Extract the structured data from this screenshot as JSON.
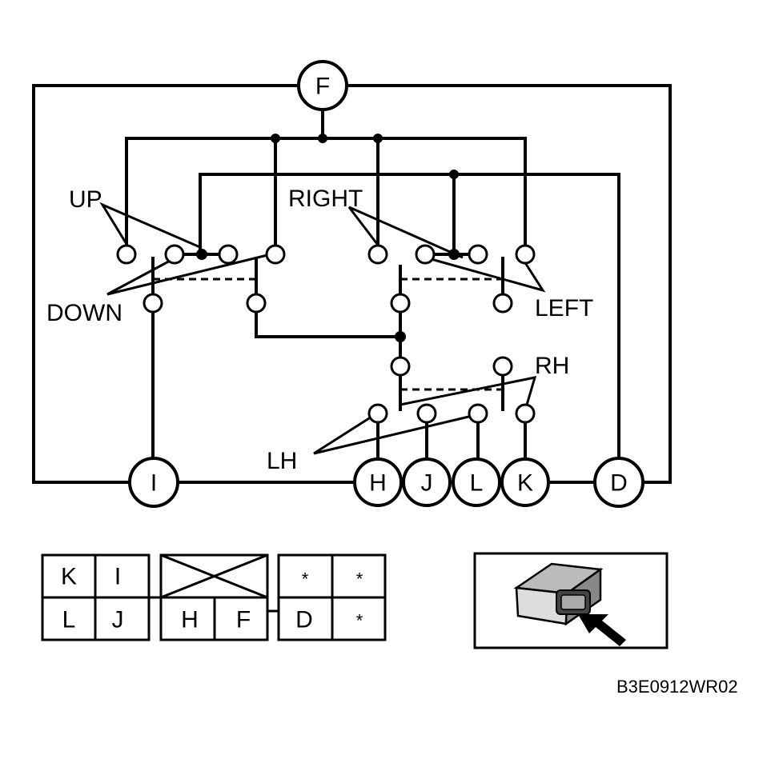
{
  "labels": {
    "up": "UP",
    "down": "DOWN",
    "right": "RIGHT",
    "left": "LEFT",
    "rh": "RH",
    "lh": "LH"
  },
  "pins": {
    "F": "F",
    "I": "I",
    "H": "H",
    "J": "J",
    "L": "L",
    "K": "K",
    "D": "D"
  },
  "connector": {
    "left_block": [
      [
        "K",
        "I"
      ],
      [
        "L",
        "J"
      ]
    ],
    "middle_block": [
      "H",
      "F"
    ],
    "right_block": [
      [
        "*",
        "*"
      ],
      [
        "D",
        "*"
      ]
    ]
  },
  "code": "B3E0912WR02"
}
